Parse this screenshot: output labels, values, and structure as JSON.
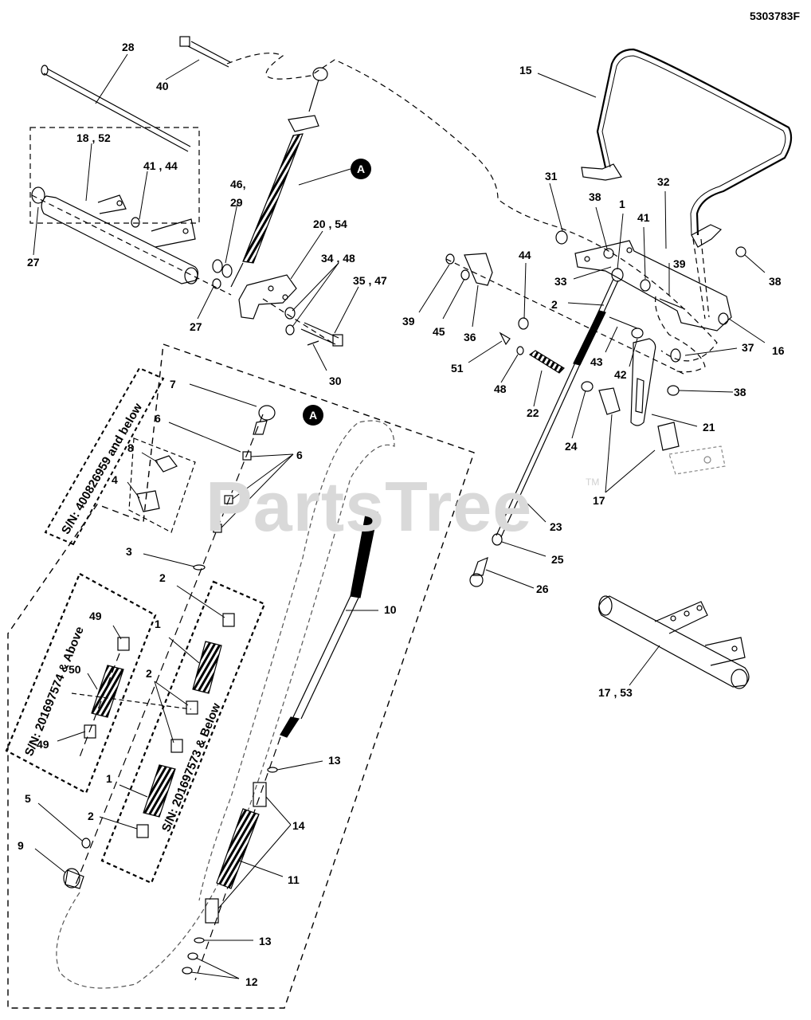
{
  "document_number": "5303783F",
  "watermark": "PartsTree",
  "watermark_tm": "TM",
  "callout": "A",
  "serial_notes": {
    "sn_400826959_below": "S/N: 400826959 and below",
    "sn_201697574_above": "S/N: 201697574 & Above",
    "sn_201697573_below": "S/N: 201697573 & Below"
  },
  "part_refs": {
    "r28": "28",
    "r40": "40",
    "r18_52": "18 , 52",
    "r41_44": "41 , 44",
    "r27a": "27",
    "r27b": "27",
    "r46": "46,",
    "r29": "29",
    "r20_54": "20 , 54",
    "r34_48": "34 , 48",
    "r35_47": "35 , 47",
    "r30": "30",
    "r15": "15",
    "r31": "31",
    "r38a": "38",
    "r1a": "1",
    "r32": "32",
    "r41b": "41",
    "r39a": "39",
    "r38b": "38",
    "r33": "33",
    "r44": "44",
    "r39b": "39",
    "r45": "45",
    "r36": "36",
    "r2a": "2",
    "r16": "16",
    "r37": "37",
    "r43": "43",
    "r42": "42",
    "r51": "51",
    "r48": "48",
    "r22": "22",
    "r24": "24",
    "r38c": "38",
    "r21": "21",
    "r17a": "17",
    "r23": "23",
    "r25": "25",
    "r26": "26",
    "r17_53": "17 , 53",
    "r7": "7",
    "r6a": "6",
    "r6b": "6",
    "r8": "8",
    "r4": "4",
    "r3": "3",
    "r2b": "2",
    "r49a": "49",
    "r1b": "1",
    "r50": "50",
    "r2c": "2",
    "r49b": "49",
    "r1c": "1",
    "r5": "5",
    "r2d": "2",
    "r9": "9",
    "r10": "10",
    "r13a": "13",
    "r14": "14",
    "r11": "11",
    "r13b": "13",
    "r12": "12"
  }
}
